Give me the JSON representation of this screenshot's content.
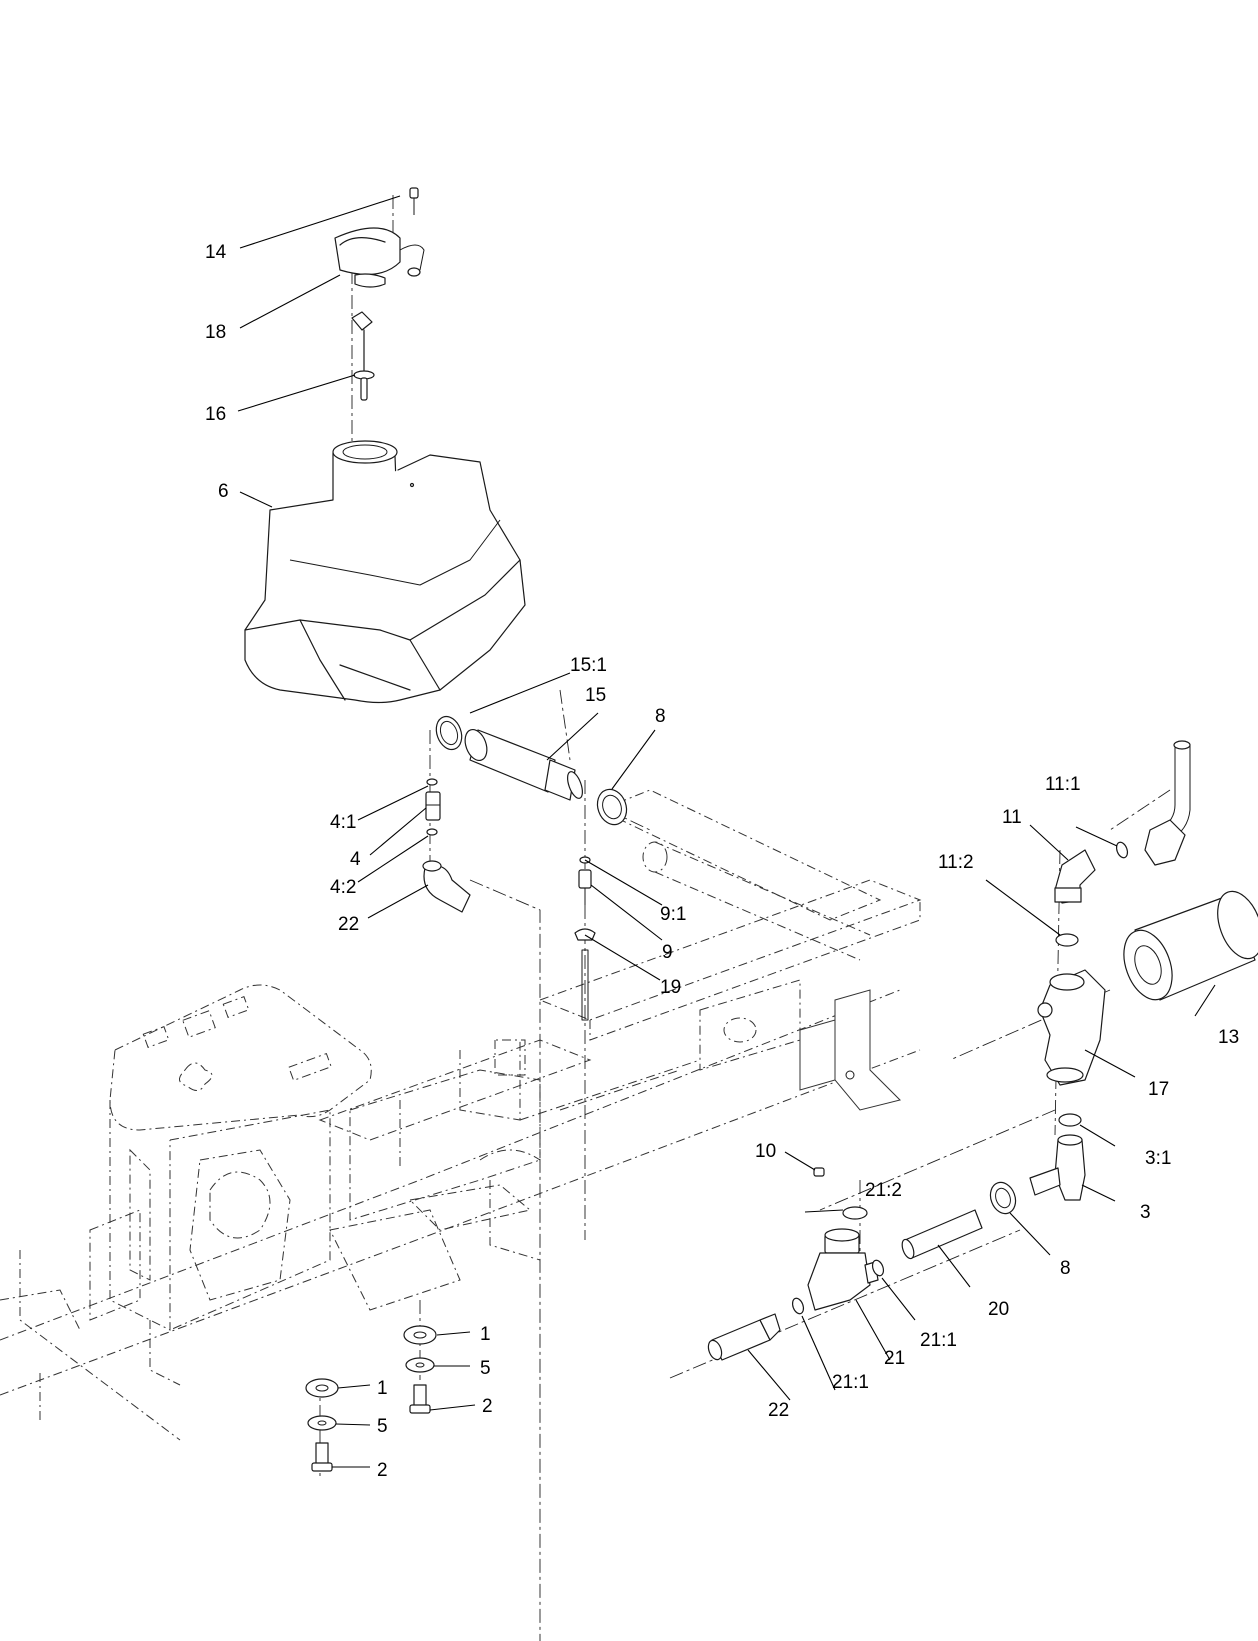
{
  "callouts": {
    "c14": "14",
    "c18": "18",
    "c16": "16",
    "c6": "6",
    "c15_1": "15:1",
    "c15": "15",
    "c8_top": "8",
    "c4_1": "4:1",
    "c4": "4",
    "c4_2": "4:2",
    "c22_top": "22",
    "c9_1": "9:1",
    "c9": "9",
    "c19": "19",
    "c11_1": "11:1",
    "c11": "11",
    "c11_2": "11:2",
    "c13": "13",
    "c17": "17",
    "c10": "10",
    "c3_1": "3:1",
    "c3": "3",
    "c21_2": "21:2",
    "c8_bottom": "8",
    "c20": "20",
    "c21_1_right": "21:1",
    "c21": "21",
    "c21_1_left": "21:1",
    "c22_bottom": "22",
    "c1_right": "1",
    "c5_right": "5",
    "c2_right": "2",
    "c1_left": "1",
    "c5_left": "5",
    "c2_left": "2"
  }
}
